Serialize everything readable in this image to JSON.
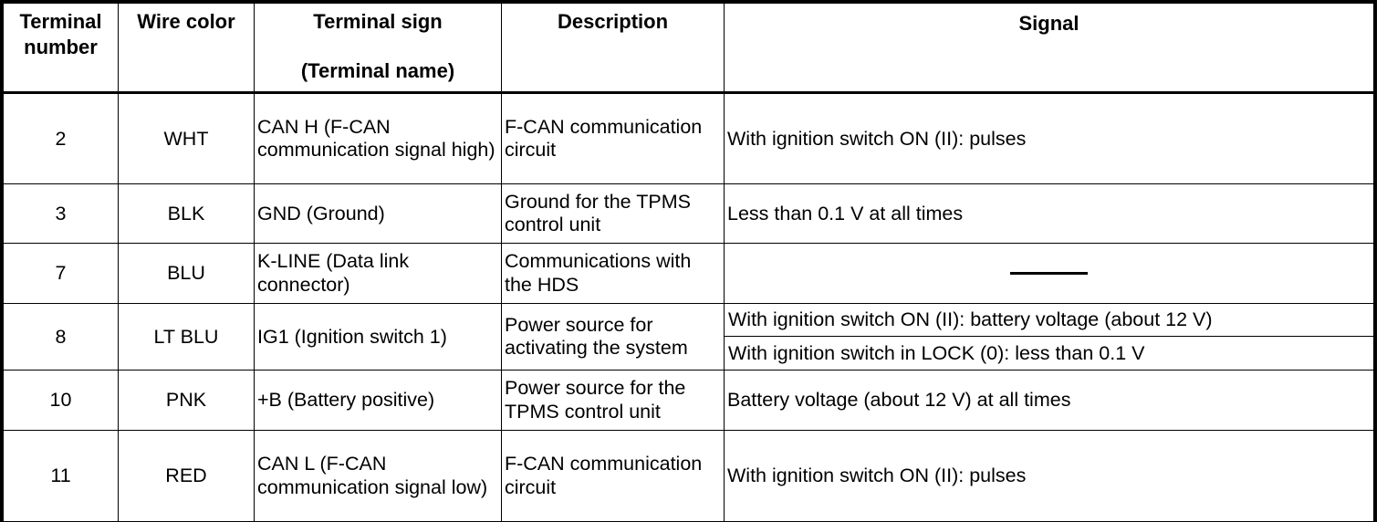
{
  "table": {
    "headers": {
      "terminal_number": "Terminal number",
      "terminal_number_line1": "Terminal",
      "terminal_number_line2": "number",
      "wire_color": "Wire color",
      "terminal_sign": "Terminal sign",
      "terminal_sign_sub": "(Terminal name)",
      "description": "Description",
      "signal": "Signal"
    },
    "rows": [
      {
        "terminal_number": "2",
        "wire_color": "WHT",
        "terminal_sign": "CAN H (F-CAN communication signal high)",
        "description": "F-CAN communication circuit",
        "signal": "With ignition switch ON (II): pulses"
      },
      {
        "terminal_number": "3",
        "wire_color": "BLK",
        "terminal_sign": "GND (Ground)",
        "description": "Ground for the TPMS control unit",
        "signal": "Less than 0.1 V at all times"
      },
      {
        "terminal_number": "7",
        "wire_color": "BLU",
        "terminal_sign": "K-LINE (Data link connector)",
        "description": "Communications with the HDS",
        "signal": ""
      },
      {
        "terminal_number": "8",
        "wire_color": "LT BLU",
        "terminal_sign": "IG1 (Ignition switch 1)",
        "description": "Power source for activating the system",
        "signal_line1": "With ignition switch ON (II): battery voltage (about 12 V)",
        "signal_line2": "With ignition switch in LOCK (0): less than 0.1 V"
      },
      {
        "terminal_number": "10",
        "wire_color": "PNK",
        "terminal_sign": "+B (Battery positive)",
        "description": "Power source for the TPMS control unit",
        "signal": "Battery voltage (about 12 V) at all times"
      },
      {
        "terminal_number": "11",
        "wire_color": "RED",
        "terminal_sign": "CAN L (F-CAN communication signal low)",
        "description": "F-CAN communication circuit",
        "signal": "With ignition switch ON (II): pulses"
      }
    ]
  },
  "colors": {
    "border": "#000000",
    "background": "#ffffff",
    "text": "#000000"
  }
}
